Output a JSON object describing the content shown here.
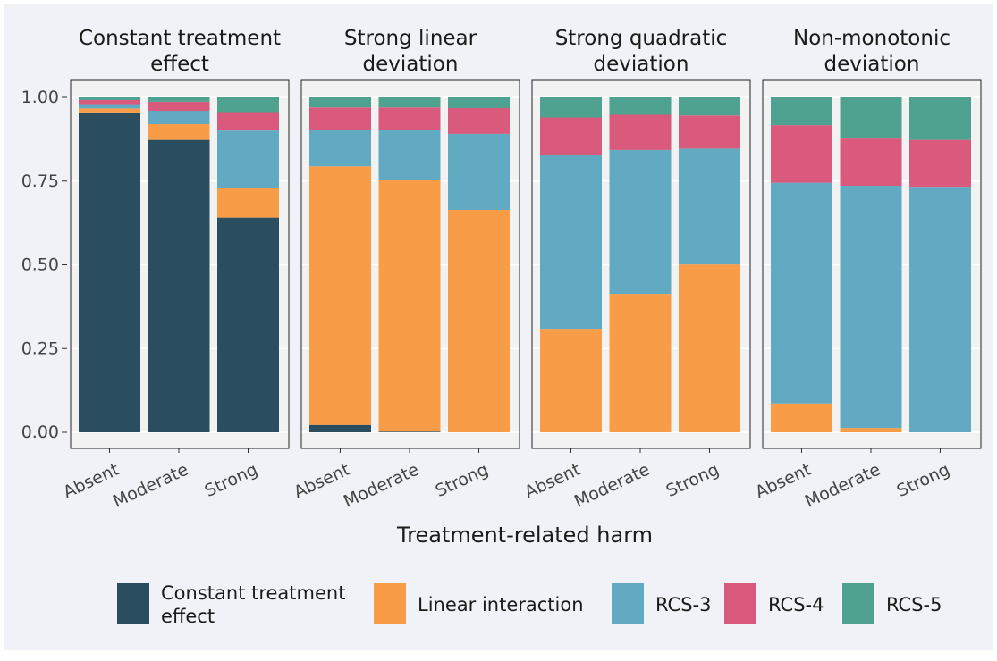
{
  "chart_data": {
    "type": "bar",
    "stacked": true,
    "ylim": [
      0,
      1
    ],
    "y_ticks": [
      "0.00",
      "0.25",
      "0.50",
      "0.75",
      "1.00"
    ],
    "xlabel": "Treatment-related harm",
    "ylabel": "",
    "categories": [
      "Absent",
      "Moderate",
      "Strong"
    ],
    "legend": {
      "position": "bottom",
      "entries": [
        {
          "label": "Constant treatment effect",
          "lines": [
            "Constant treatment",
            "effect"
          ],
          "color": "#2a4d5f"
        },
        {
          "label": "Linear interaction",
          "lines": [
            "Linear interaction"
          ],
          "color": "#f89c47"
        },
        {
          "label": "RCS-3",
          "lines": [
            "RCS-3"
          ],
          "color": "#62a9c2"
        },
        {
          "label": "RCS-4",
          "lines": [
            "RCS-4"
          ],
          "color": "#d95a7c"
        },
        {
          "label": "RCS-5",
          "lines": [
            "RCS-5"
          ],
          "color": "#4ea28f"
        }
      ]
    },
    "panels": [
      {
        "title": [
          "Constant treatment",
          "effect"
        ],
        "series": [
          {
            "name": "Constant treatment effect",
            "values": [
              0.955,
              0.873,
              0.641
            ]
          },
          {
            "name": "Linear interaction",
            "values": [
              0.012,
              0.047,
              0.088
            ]
          },
          {
            "name": "RCS-3",
            "values": [
              0.013,
              0.04,
              0.172
            ]
          },
          {
            "name": "RCS-4",
            "values": [
              0.012,
              0.027,
              0.055
            ]
          },
          {
            "name": "RCS-5",
            "values": [
              0.008,
              0.013,
              0.044
            ]
          }
        ]
      },
      {
        "title": [
          "Strong linear",
          "deviation"
        ],
        "series": [
          {
            "name": "Constant treatment effect",
            "values": [
              0.022,
              0.002,
              0.0
            ]
          },
          {
            "name": "Linear interaction",
            "values": [
              0.772,
              0.752,
              0.664
            ]
          },
          {
            "name": "RCS-3",
            "values": [
              0.11,
              0.15,
              0.227
            ]
          },
          {
            "name": "RCS-4",
            "values": [
              0.066,
              0.066,
              0.077
            ]
          },
          {
            "name": "RCS-5",
            "values": [
              0.03,
              0.03,
              0.032
            ]
          }
        ]
      },
      {
        "title": [
          "Strong quadratic",
          "deviation"
        ],
        "series": [
          {
            "name": "Constant treatment effect",
            "values": [
              0.0,
              0.0,
              0.0
            ]
          },
          {
            "name": "Linear interaction",
            "values": [
              0.309,
              0.413,
              0.501
            ]
          },
          {
            "name": "RCS-3",
            "values": [
              0.52,
              0.43,
              0.346
            ]
          },
          {
            "name": "RCS-4",
            "values": [
              0.111,
              0.105,
              0.099
            ]
          },
          {
            "name": "RCS-5",
            "values": [
              0.06,
              0.052,
              0.054
            ]
          }
        ]
      },
      {
        "title": [
          "Non-monotonic",
          "deviation"
        ],
        "series": [
          {
            "name": "Constant treatment effect",
            "values": [
              0.0,
              0.0,
              0.0
            ]
          },
          {
            "name": "Linear interaction",
            "values": [
              0.086,
              0.013,
              0.0
            ]
          },
          {
            "name": "RCS-3",
            "values": [
              0.659,
              0.723,
              0.733
            ]
          },
          {
            "name": "RCS-4",
            "values": [
              0.172,
              0.141,
              0.14
            ]
          },
          {
            "name": "RCS-5",
            "values": [
              0.083,
              0.123,
              0.127
            ]
          }
        ]
      }
    ],
    "grid": true
  }
}
